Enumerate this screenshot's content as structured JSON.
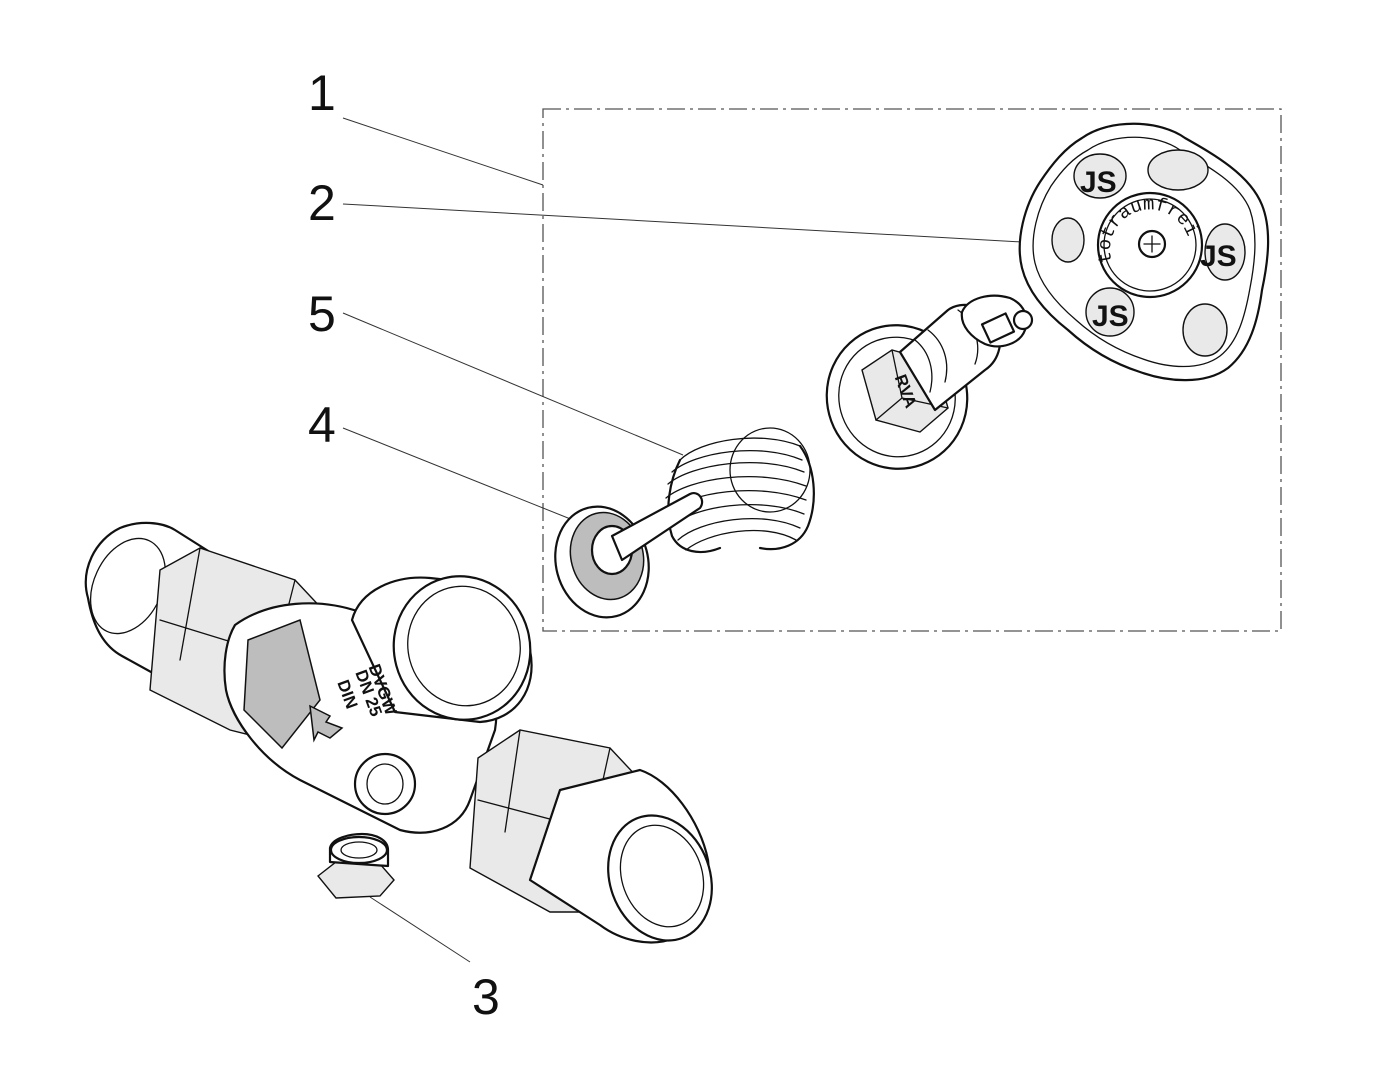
{
  "drawing": {
    "callouts": [
      {
        "id": "1",
        "label": "1"
      },
      {
        "id": "2",
        "label": "2"
      },
      {
        "id": "5",
        "label": "5"
      },
      {
        "id": "4",
        "label": "4"
      },
      {
        "id": "3",
        "label": "3"
      }
    ],
    "parts": {
      "handwheel": {
        "cap_text": "totraumfrei",
        "logo_glyph": "JS"
      },
      "bonnet": {
        "stamp": "RVA"
      },
      "valve_body": {
        "markings": [
          "DVGW",
          "DN 25",
          "DIN"
        ]
      }
    },
    "colors": {
      "ink": "#111111",
      "paper": "#ffffff",
      "shade": "#bdbdbd",
      "frame": "#555555"
    }
  }
}
